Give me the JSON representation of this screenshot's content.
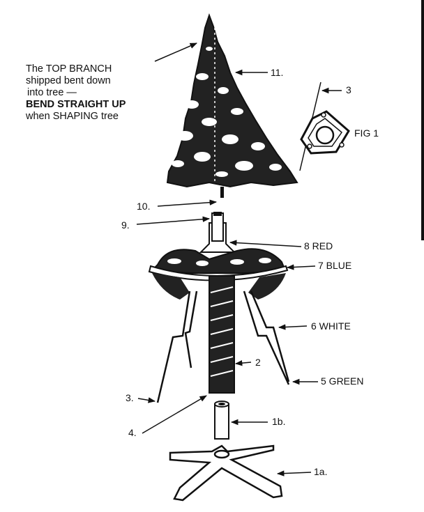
{
  "note": {
    "line1": "The TOP BRANCH",
    "line2": "shipped bent down",
    "line3": "into tree —",
    "line4": "BEND STRAIGHT UP",
    "line5": "when SHAPING tree"
  },
  "labels": {
    "p11": "11.",
    "p3_fig": "3",
    "fig": "FIG 1",
    "p10": "10.",
    "p9": "9.",
    "p8": "8 RED",
    "p7": "7 BLUE",
    "p6": "6 WHITE",
    "p2": "2",
    "p5": "5 GREEN",
    "p3": "3.",
    "p4": "4.",
    "p1b": "1b.",
    "p1a": "1a."
  },
  "colors": {
    "ink": "#111111",
    "paper": "#ffffff"
  }
}
